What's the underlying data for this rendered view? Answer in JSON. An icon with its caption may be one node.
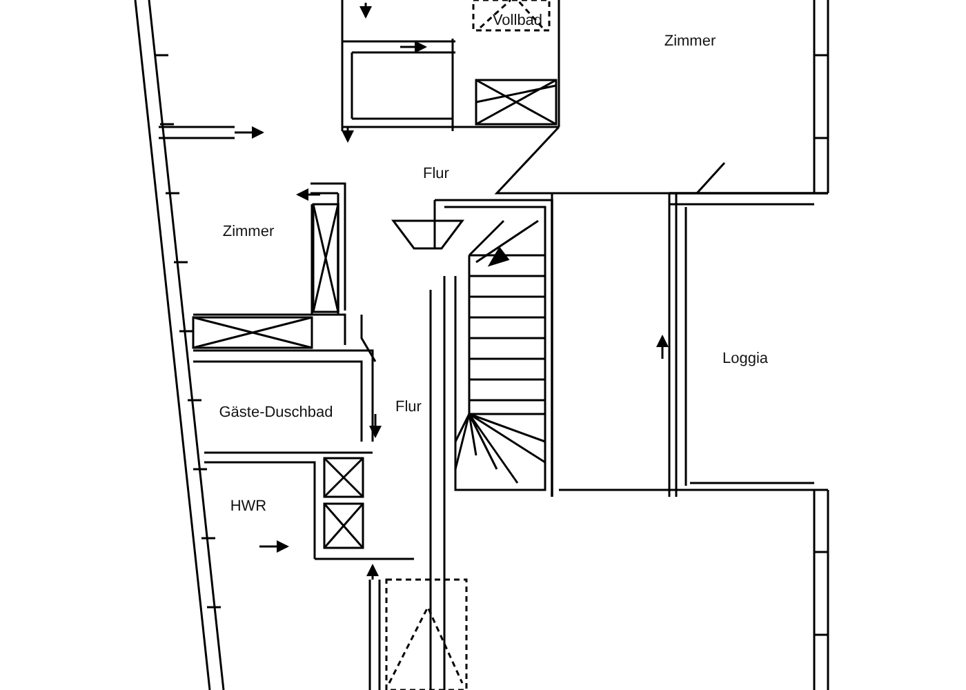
{
  "diagram": {
    "labels": [
      "Vollbad",
      "Zimmer",
      "Flur",
      "Zimmer",
      "Loggia",
      "Flur",
      "Gäste-Duschbad",
      "HWR"
    ]
  }
}
